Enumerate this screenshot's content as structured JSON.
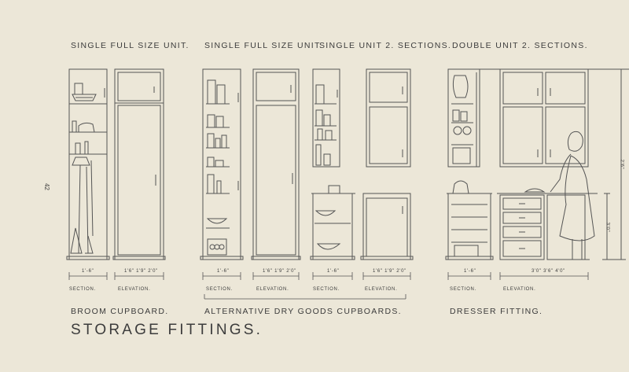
{
  "headers": [
    "SINGLE FULL SIZE UNIT.",
    "SINGLE FULL SIZE UNIT.",
    "SINGLE UNIT 2. SECTIONS.",
    "DOUBLE UNIT 2. SECTIONS."
  ],
  "dims": [
    "1'-6\"",
    "1'6\" 1'9\" 2'0\"",
    "1'-6\"",
    "1'6\" 1'9\" 2'0\"",
    "1'-6\"",
    "1'6\" 1'9\" 2'0\"",
    "1'-6\"",
    "3'0\" 3'6\" 4'0\""
  ],
  "sublabels": [
    "SECTION.",
    "ELEVATION.",
    "SECTION.",
    "ELEVATION.",
    "SECTION.",
    "ELEVATION.",
    "SECTION.",
    "ELEVATION."
  ],
  "vert_dims": [
    "3'0\"",
    "2'6\""
  ],
  "captions": [
    "BROOM CUPBOARD.",
    "ALTERNATIVE DRY GOODS CUPBOARDS.",
    "DRESSER FITTING."
  ],
  "title": "STORAGE FITTINGS.",
  "page_number": "42"
}
